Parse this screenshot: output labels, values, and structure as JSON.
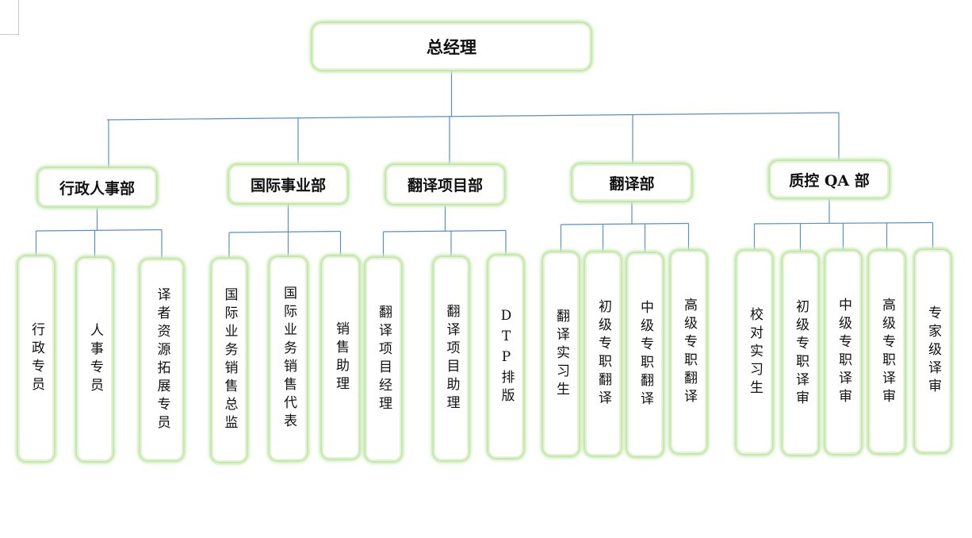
{
  "org": {
    "root": {
      "label": "总经理"
    },
    "departments": [
      {
        "label": "行政人事部",
        "roles": [
          {
            "label": "行政专员"
          },
          {
            "label": "人事专员"
          },
          {
            "label": "译者资源拓展专员"
          }
        ]
      },
      {
        "label": "国际事业部",
        "roles": [
          {
            "label": "国际业务销售总监"
          },
          {
            "label": "国际业务销售代表"
          },
          {
            "label": "销售助理"
          }
        ]
      },
      {
        "label": "翻译项目部",
        "roles": [
          {
            "label": "翻译项目经理"
          },
          {
            "label": "翻译项目助理"
          },
          {
            "label": "DTP排版"
          }
        ]
      },
      {
        "label": "翻译部",
        "roles": [
          {
            "label": "翻译实习生"
          },
          {
            "label": "初级专职翻译"
          },
          {
            "label": "中级专职翻译"
          },
          {
            "label": "高级专职翻译"
          }
        ]
      },
      {
        "label": "质控 QA 部",
        "roles": [
          {
            "label": "校对实习生"
          },
          {
            "label": "初级专职译审"
          },
          {
            "label": "中级专职译审"
          },
          {
            "label": "高级专职译审"
          },
          {
            "label": "专家级译审"
          }
        ]
      }
    ]
  },
  "colors": {
    "connector": "#5b8fc4",
    "box_glow": "#b9e3a0",
    "box_border": "#e4f4d2"
  }
}
